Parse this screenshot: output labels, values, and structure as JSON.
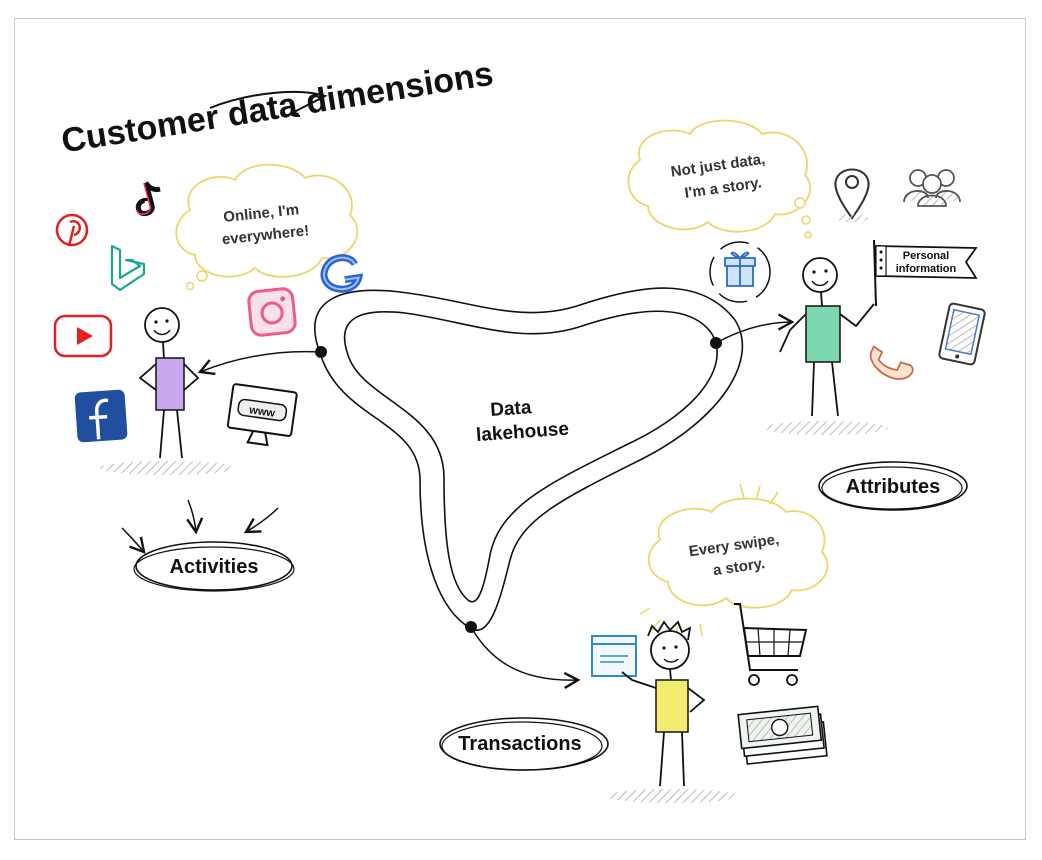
{
  "title": "Customer data dimensions",
  "center": {
    "line1": "Data",
    "line2": "lakehouse"
  },
  "bubbles": {
    "activities": {
      "line1": "Online, I'm",
      "line2": "everywhere!"
    },
    "attributes": {
      "line1": "Not just data,",
      "line2": "I'm a story."
    },
    "transactions": {
      "line1": "Every swipe,",
      "line2": "a story."
    }
  },
  "labels": {
    "activities": "Activities",
    "attributes": "Attributes",
    "transactions": "Transactions"
  },
  "flag": {
    "line1": "Personal",
    "line2": "information"
  },
  "web_badge": "www",
  "icons": {
    "activities": [
      "pinterest-icon",
      "tiktok-icon",
      "bing-icon",
      "google-icon",
      "instagram-icon",
      "youtube-icon",
      "facebook-icon",
      "web-monitor-icon"
    ],
    "attributes": [
      "location-pin-icon",
      "people-group-icon",
      "gift-cycle-icon",
      "phone-icon",
      "tablet-icon"
    ],
    "transactions": [
      "receipt-window-icon",
      "shopping-cart-icon",
      "cash-stack-icon"
    ]
  },
  "colors": {
    "activities_shirt": "#c9a8f0",
    "attributes_shirt": "#7dd8b0",
    "transactions_shirt": "#f2ec6e",
    "bubble_outline": "#f0d36a",
    "ink": "#111111"
  }
}
